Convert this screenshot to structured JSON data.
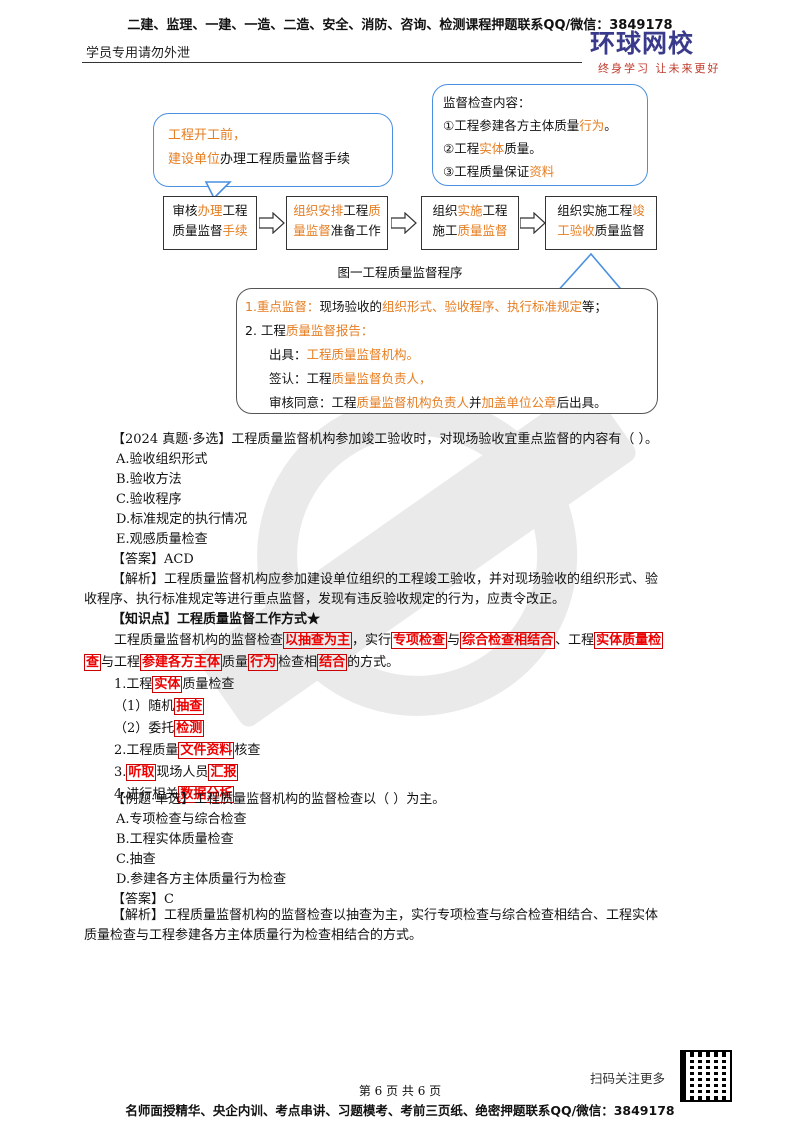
{
  "header": {
    "top_banner": "二建、监理、一建、一造、二造、安全、消防、咨询、检测课程押题联系QQ/微信：3849178",
    "left_note": "学员专用请勿外泄",
    "logo_main": "环球网校",
    "logo_sub": "终身学习  让未来更好"
  },
  "diagram": {
    "callout_left": {
      "line1": "工程开工前，",
      "line2_a": "建设单位",
      "line2_b": "办理工程质量监督手续"
    },
    "callout_right": {
      "title": "监督检查内容：",
      "item1_a": "①工程参建各方主体质量",
      "item1_b": "行为",
      "item1_c": "。",
      "item2_a": "②工程",
      "item2_b": "实体",
      "item2_c": "质量。",
      "item3_a": "③工程质量保证",
      "item3_b": "资料"
    },
    "steps": [
      {
        "l1a": "审核",
        "l1b": "办理",
        "l1c": "工程",
        "l2a": "质量监督",
        "l2b": "手续"
      },
      {
        "l1a": "组织安排",
        "l1b": "工程",
        "l1c": "质",
        "l2a": "量监督",
        "l2b": "准备工作"
      },
      {
        "l1a": "组织",
        "l1b": "实施",
        "l1c": "工程",
        "l2a": "施工",
        "l2b": "质量监督"
      },
      {
        "l1a": "组织实施工程",
        "l1b": "竣",
        "l1c": "",
        "l2a": "工验收",
        "l2b": "质量监督"
      }
    ],
    "caption": "图一工程质量监督程序",
    "bottom": {
      "p1_a": "1.重点监督：",
      "p1_b": "现场验收的",
      "p1_c": "组织形式、验收程序、执行标准规定",
      "p1_d": "等；",
      "p2_a": "2. 工程",
      "p2_b": "质量监督报告：",
      "p3_a": "出具：",
      "p3_b": "工程质量监督机构。",
      "p4_a": "签认：工程",
      "p4_b": "质量监督负责人，",
      "p5_a": "审核同意：工程",
      "p5_b": "质量监督机构负责人",
      "p5_c": "并",
      "p5_d": "加盖单位公章",
      "p5_e": "后出具。"
    }
  },
  "q1": {
    "stem": "【2024 真题·多选】工程质量监督机构参加竣工验收时，对现场验收宜重点监督的内容有（    ）。",
    "options": [
      "A.验收组织形式",
      "B.验收方法",
      "C.验收程序",
      "D.标准规定的执行情况",
      "E.观感质量检查"
    ],
    "answer": "【答案】ACD",
    "analysis1": "【解析】工程质量监督机构应参加建设单位组织的工程竣工验收，并对现场验收的组织形式、验",
    "analysis2": "收程序、执行标准规定等进行重点监督，发现有违反验收规定的行为，应责令改正。"
  },
  "kp": {
    "title": "【知识点】工程质量监督工作方式★",
    "p1": [
      "工程质量监督机构的监督检查",
      "以抽查为主",
      "，实行",
      "专项检查",
      "与",
      "综合检查相结合",
      "、工程",
      "实体质量检"
    ],
    "p2": [
      "查",
      "与工程",
      "参建各方主体",
      "质量",
      "行为",
      "检查相",
      "结合",
      "的方式。"
    ],
    "l1": [
      "1.工程",
      "实体",
      "质量检查"
    ],
    "l2": [
      "（1）随机",
      "抽查"
    ],
    "l3": [
      "（2）委托",
      "检测"
    ],
    "l4": [
      "2.工程质量",
      "文件资料",
      "核查"
    ],
    "l5": [
      "3.",
      "听取",
      "现场人员",
      "汇报"
    ],
    "l6": [
      "4.进行相关",
      "数据分析"
    ]
  },
  "q2": {
    "stem": "【例题·单选】工程质量监督机构的监督检查以（    ）为主。",
    "options": [
      "A.专项检查与综合检查",
      "B.工程实体质量检查",
      "C.抽查",
      "D.参建各方主体质量行为检查"
    ],
    "answer": "【答案】C",
    "analysis1": "【解析】工程质量监督机构的监督检查以抽查为主，实行专项检查与综合检查相结合、工程实体",
    "analysis2": "质量检查与工程参建各方主体质量行为检查相结合的方式。"
  },
  "footer": {
    "scan": "扫码关注更多",
    "page": "第 6 页 共 6 页",
    "bottom": "名师面授精华、央企内训、考点串讲、习题模考、考前三页纸、绝密押题联系QQ/微信：3849178"
  },
  "colors": {
    "accent_orange": "#e67e22",
    "mark_red": "#e00000",
    "callout_blue": "#4a90e2"
  }
}
